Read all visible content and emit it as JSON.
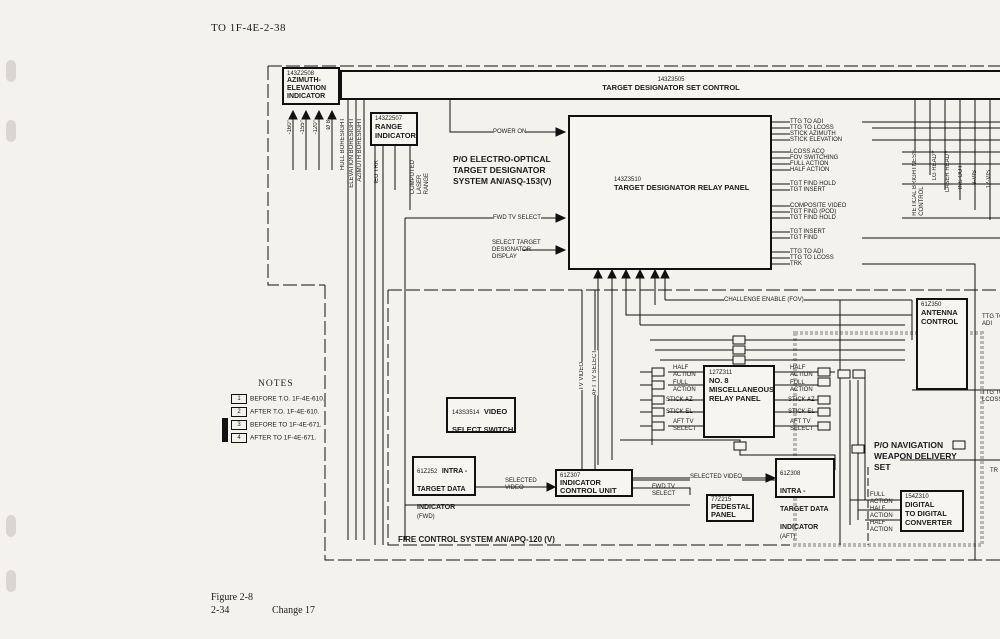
{
  "header": {
    "doc_id": "TO 1F-4E-2-38"
  },
  "footer": {
    "figure": "Figure 2-8",
    "page": "2-34",
    "change": "Change 17"
  },
  "boxes": {
    "azel": {
      "id": "143Z2508",
      "title": "AZIMUTH-\nELEVATION\nINDICATOR"
    },
    "range": {
      "id": "143Z2507",
      "title": "RANGE\nINDICATOR"
    },
    "tdsc": {
      "id": "143Z3505",
      "title": "TARGET DESIGNATOR SET CONTROL"
    },
    "relay": {
      "id": "143Z3510",
      "title": "TARGET DESIGNATOR RELAY PANEL"
    },
    "video": {
      "id": "143S3514",
      "title": "VIDEO\nSELECT SWITCH"
    },
    "misc": {
      "id": "127Z311",
      "title": "NO. 8\nMISCELLANEOUS\nRELAY PANEL"
    },
    "tdi_fwd": {
      "id": "61Z252",
      "title": "INTRA -\nTARGET DATA\nINDICATOR",
      "sub": "(FWD)"
    },
    "icu": {
      "id": "61Z307",
      "title": "INDICATOR\nCONTROL UNIT"
    },
    "tdi_aft": {
      "id": "61Z308",
      "title": "INTRA -\nTARGET DATA\nINDICATOR",
      "sub": "(AFT)"
    },
    "ped": {
      "id": "77Z215",
      "title": "PEDESTAL\nPANEL"
    },
    "antenna": {
      "id": "61Z350",
      "title": "ANTENNA\nCONTROL"
    },
    "dtd": {
      "id": "154Z310",
      "title": "DIGITAL\nTO DIGITAL\nCONVERTER"
    },
    "nav": {
      "title": "P/O NAVIGATION\nWEAPON DELIVERY\nSET"
    }
  },
  "system_titles": {
    "eo": "P/O ELECTRO-OPTICAL\nTARGET DESIGNATOR\nSYSTEM AN/ASQ-153(V)",
    "fcs": "FIRE CONTROL SYSTEM AN/APQ-120 (V)"
  },
  "signals": {
    "power_on": "POWER ON",
    "fwd_tv_select": "FWD TV SELECT",
    "select_td_display": "SELECT TARGET\nDESIGNATOR\nDISPLAY",
    "relay_right": [
      "TTG TO ADI",
      "TTG TO LCOSS",
      "STICK AZIMUTH",
      "STICK ELEVATION",
      "LCOSS ACQ",
      "FOV SWITCHING",
      "FULL ACTION",
      "HALF ACTION",
      "TGT FIND HOLD",
      "TGT INSERT",
      "COMPOSITE VIDEO",
      "TGT FIND (POD)",
      "TGT FIND HOLD",
      "TGT INSERT",
      "TGT FIND",
      "TTG TO ADI",
      "TTG TO LCOSS",
      "TRK"
    ],
    "challenge": "CHALLENGE ENABLE (FOV)",
    "tv_video": "TV VIDEO",
    "aft_tv_select": "AFT TV SELECT",
    "misc_left": [
      "HALF\nACTION",
      "FULL\nACTION",
      "STICK AZ",
      "STICK EL",
      "AFT TV\nSELECT"
    ],
    "misc_right": [
      "HALF\nACTION",
      "FULL\nACTION",
      "STICK AZ",
      "STICK EL",
      "AFT TV\nSELECT"
    ],
    "selected_video_l": "SELECTED\nVIDEO",
    "selected_video_r": "SELECTED VIDEO",
    "fwd_tv_select_b": "FWD TV\nSELECT",
    "nav_inputs": [
      "FULL\nACTION",
      "HALF\nACTION",
      "HALF\nACTION"
    ],
    "az_ticks": [
      "-160°",
      "-155°",
      "-120°",
      "Ø 8"
    ],
    "az_vert": [
      "HULL BORESIGHT",
      "ELEVATION BORESIGHT",
      "AZIMUTH BORESIGHT",
      "IEU TRK",
      "COMPUTED\nLASER\nRANGE"
    ],
    "top_vert": [
      "RETICAL BRIGHTNESS\nCONTROL",
      "LG READY",
      "LASER READY",
      "INS OUT",
      "9-VIS",
      "12-VIS"
    ],
    "right_edge": [
      "TTG TO\nADI",
      "TTG TO\nLCOSS",
      "TR"
    ]
  },
  "notes": {
    "title": "NOTES",
    "items": [
      {
        "n": "1",
        "text": "BEFORE T.O. 1F-4E-610."
      },
      {
        "n": "2",
        "text": "AFTER T.O. 1F-4E-610."
      },
      {
        "n": "3",
        "text": "BEFORE TO 1F-4E-671."
      },
      {
        "n": "4",
        "text": "AFTER TO 1F-4E-671."
      }
    ]
  },
  "colors": {
    "ink": "#111111",
    "paper": "#f4f2ec",
    "shade": "#bdbdb8"
  }
}
